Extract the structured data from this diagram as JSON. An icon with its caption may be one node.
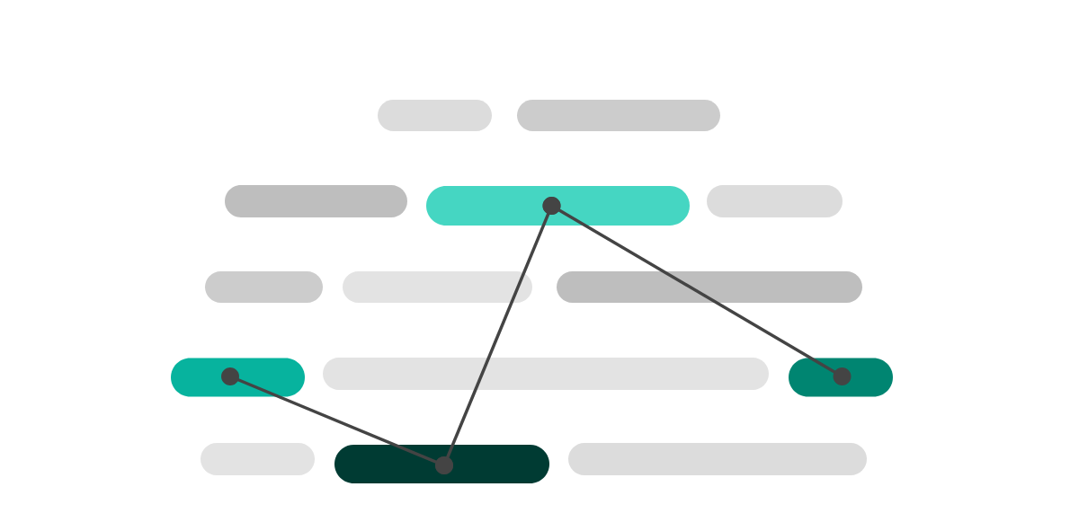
{
  "diagram": {
    "nodes": [
      {
        "text": [],
        "shape": "bar"
      },
      {
        "text": [],
        "shape": "bar"
      },
      {
        "text": [],
        "shape": "bar"
      },
      {
        "text": [],
        "shape": "bar"
      }
    ],
    "edges": [
      {
        "from": 1,
        "to": 3,
        "arrow": "other"
      },
      {
        "from": 3,
        "to": 0,
        "arrow": "other"
      },
      {
        "from": 0,
        "to": 2,
        "arrow": "other"
      }
    ]
  }
}
